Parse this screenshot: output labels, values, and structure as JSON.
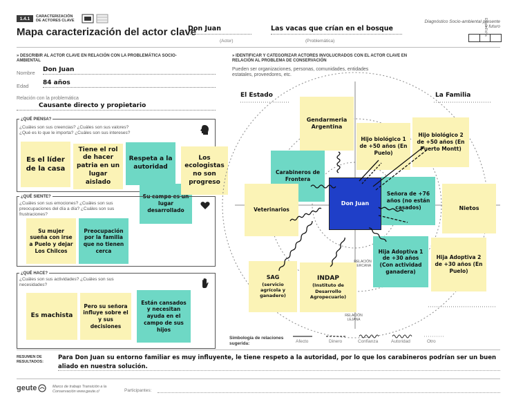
{
  "header": {
    "badge": "1.4.1",
    "badge_sub": "CARACTERIZACIÓN DE ACTORES CLAVE",
    "title": "Mapa caracterización del actor clave",
    "actor_value": "Don Juan",
    "actor_label": "(Actor)",
    "problem_value": "Las vacas que crían en el bosque",
    "problem_label": "(Problemática)",
    "top_right": "Diagnóstico Socio-ambiental presente y futuro",
    "side_label": "Etapa Ficha"
  },
  "left": {
    "section_title": "» DESCRIBIR AL ACTOR CLAVE EN RELACIÓN CON LA PROBLEMÁTICA SOCIO-AMBIENTAL",
    "name_label": "Nombre",
    "name_value": "Don Juan",
    "age_label": "Edad",
    "age_value": "84 años",
    "relation_label": "Relación con la problemática",
    "relation_value": "Causante directo y propietario",
    "think": {
      "title": "¿QUÉ PIENSA?",
      "prompt": "¿Cuáles son sus creencias? ¿Cuáles son sus valores?¿Qué es lo que le importa? ¿Cuáles son sus intereses?",
      "notes": [
        "Es el líder de la casa",
        "Tiene el rol de hacer patria en un lugar aislado",
        "Respeta a la autoridad",
        "Los ecologistas no son progreso"
      ]
    },
    "feel": {
      "title": "¿QUÉ SIENTE?",
      "prompt": "¿Cuáles son sus emociones? ¿Cuáles son sus preocupaciones del día a día? ¿Cuáles son sus frustraciones?",
      "notes": [
        "Su campo es un lugar desarrollado",
        "Su mujer sueña con irse a Puelo y dejar Los Chilcos",
        "Preocupación por la familia que no tienen cerca"
      ]
    },
    "do": {
      "title": "¿QUÉ HACE?",
      "prompt": "¿Cuáles son sus actividades? ¿Cuáles son sus necesidades?",
      "notes": [
        "Es machista",
        "Pero su señora influye sobre el y sus decisiones",
        "Están cansados y necesitan ayuda en el campo de sus hijos"
      ]
    }
  },
  "right": {
    "section_title": "» IDENTIFICAR Y CATEGORIZAR ACTORES INVOLUCRADOS CON EL ACTOR CLAVE EN RELACIÓN AL PROBLEMA DE CONSERVACIÓN",
    "subtitle": "Pueden ser organizaciones, personas, comunidades, entidades estatales, proveedores, etc.",
    "quadrant_left": "El Estado",
    "quadrant_right": "La Familia",
    "center": "Don Juan",
    "relation_near": "RELACIÓN CERCANA",
    "relation_far": "RELACIÓN LEJANA",
    "actors": {
      "gendarmeria": "Gendarmeria Argentina",
      "carabineros": "Carabineros de Frontera",
      "veterinarios": "Veterinarios",
      "sag_title": "SAG",
      "sag_sub": "(servicio agrícola y ganadero)",
      "indap_title": "INDAP",
      "indap_sub": "(Instituto de Desarrollo Agropecuario)",
      "hijo1": "Hijo biológico 1 de +50 años (En Puelo)",
      "hijo2": "Hijo biológico 2 de +50 años (En Puerto Montt)",
      "senora": "Señora de +76 años (no están casados)",
      "nietos": "Nietos",
      "hija1": "Hija Adoptiva 1 de +30 años (Con actividad ganadera)",
      "hija2": "Hija Adoptiva 2 de +30 años (En Puelo)"
    },
    "legend": {
      "title": "Simbología de relaciones sugerida:",
      "items": [
        "Afecto",
        "Dinero",
        "Confianza",
        "Autoridad",
        "Otro"
      ]
    }
  },
  "summary": {
    "label": "RESUMEN DE RESULTADOS:",
    "text": "Para Don Juan su entorno familiar es muy influyente, le tiene respeto a la autoridad, por lo que los carabineros podrían ser un buen aliado en nuestra solución."
  },
  "footer": {
    "brand": "geute",
    "credit": "Marco de trabajo Transición a la Conservación www.geute.cl",
    "participants_label": "Participantes:"
  },
  "colors": {
    "yellow_note": "#fbf3b6",
    "green_note": "#6ed8c5",
    "blue_center": "#1f3fc8",
    "badge": "#3a3a3a"
  },
  "icons": [
    "head-icon",
    "heart-icon",
    "hand-icon",
    "pattern-icon"
  ]
}
